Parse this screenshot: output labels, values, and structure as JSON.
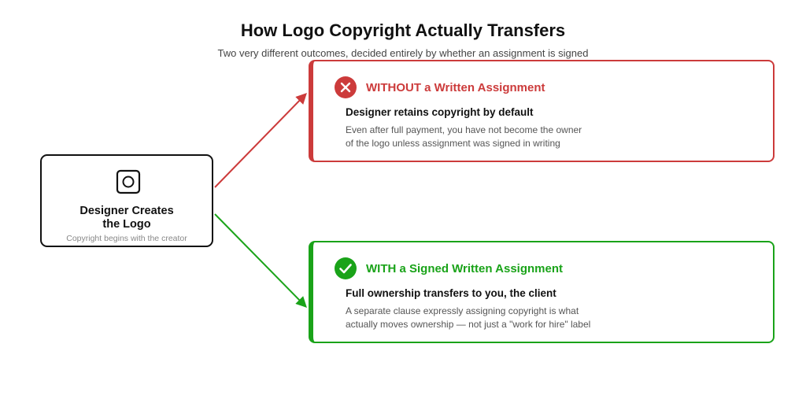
{
  "header": {
    "title": "How Logo Copyright Actually Transfers",
    "subtitle": "Two very different outcomes, decided entirely by whether an assignment is signed"
  },
  "source": {
    "icon": "square-circle-icon",
    "title_line1": "Designer Creates",
    "title_line2": "the Logo",
    "caption": "Copyright begins with the creator"
  },
  "outcomes": [
    {
      "icon": "x-circle-icon",
      "color": "#cc3b3b",
      "heading": "WITHOUT a Written Assignment",
      "subheading": "Designer retains copyright by default",
      "desc_line1": "Even after full payment, you have not become the owner",
      "desc_line2": "of the logo unless assignment was signed in writing"
    },
    {
      "icon": "check-circle-icon",
      "color": "#1aa319",
      "heading": "WITH a Signed Written Assignment",
      "subheading": "Full ownership transfers to you, the client",
      "desc_line1": "A separate clause expressly assigning copyright is what",
      "desc_line2": "actually moves ownership — not just a \"work for hire\" label"
    }
  ]
}
